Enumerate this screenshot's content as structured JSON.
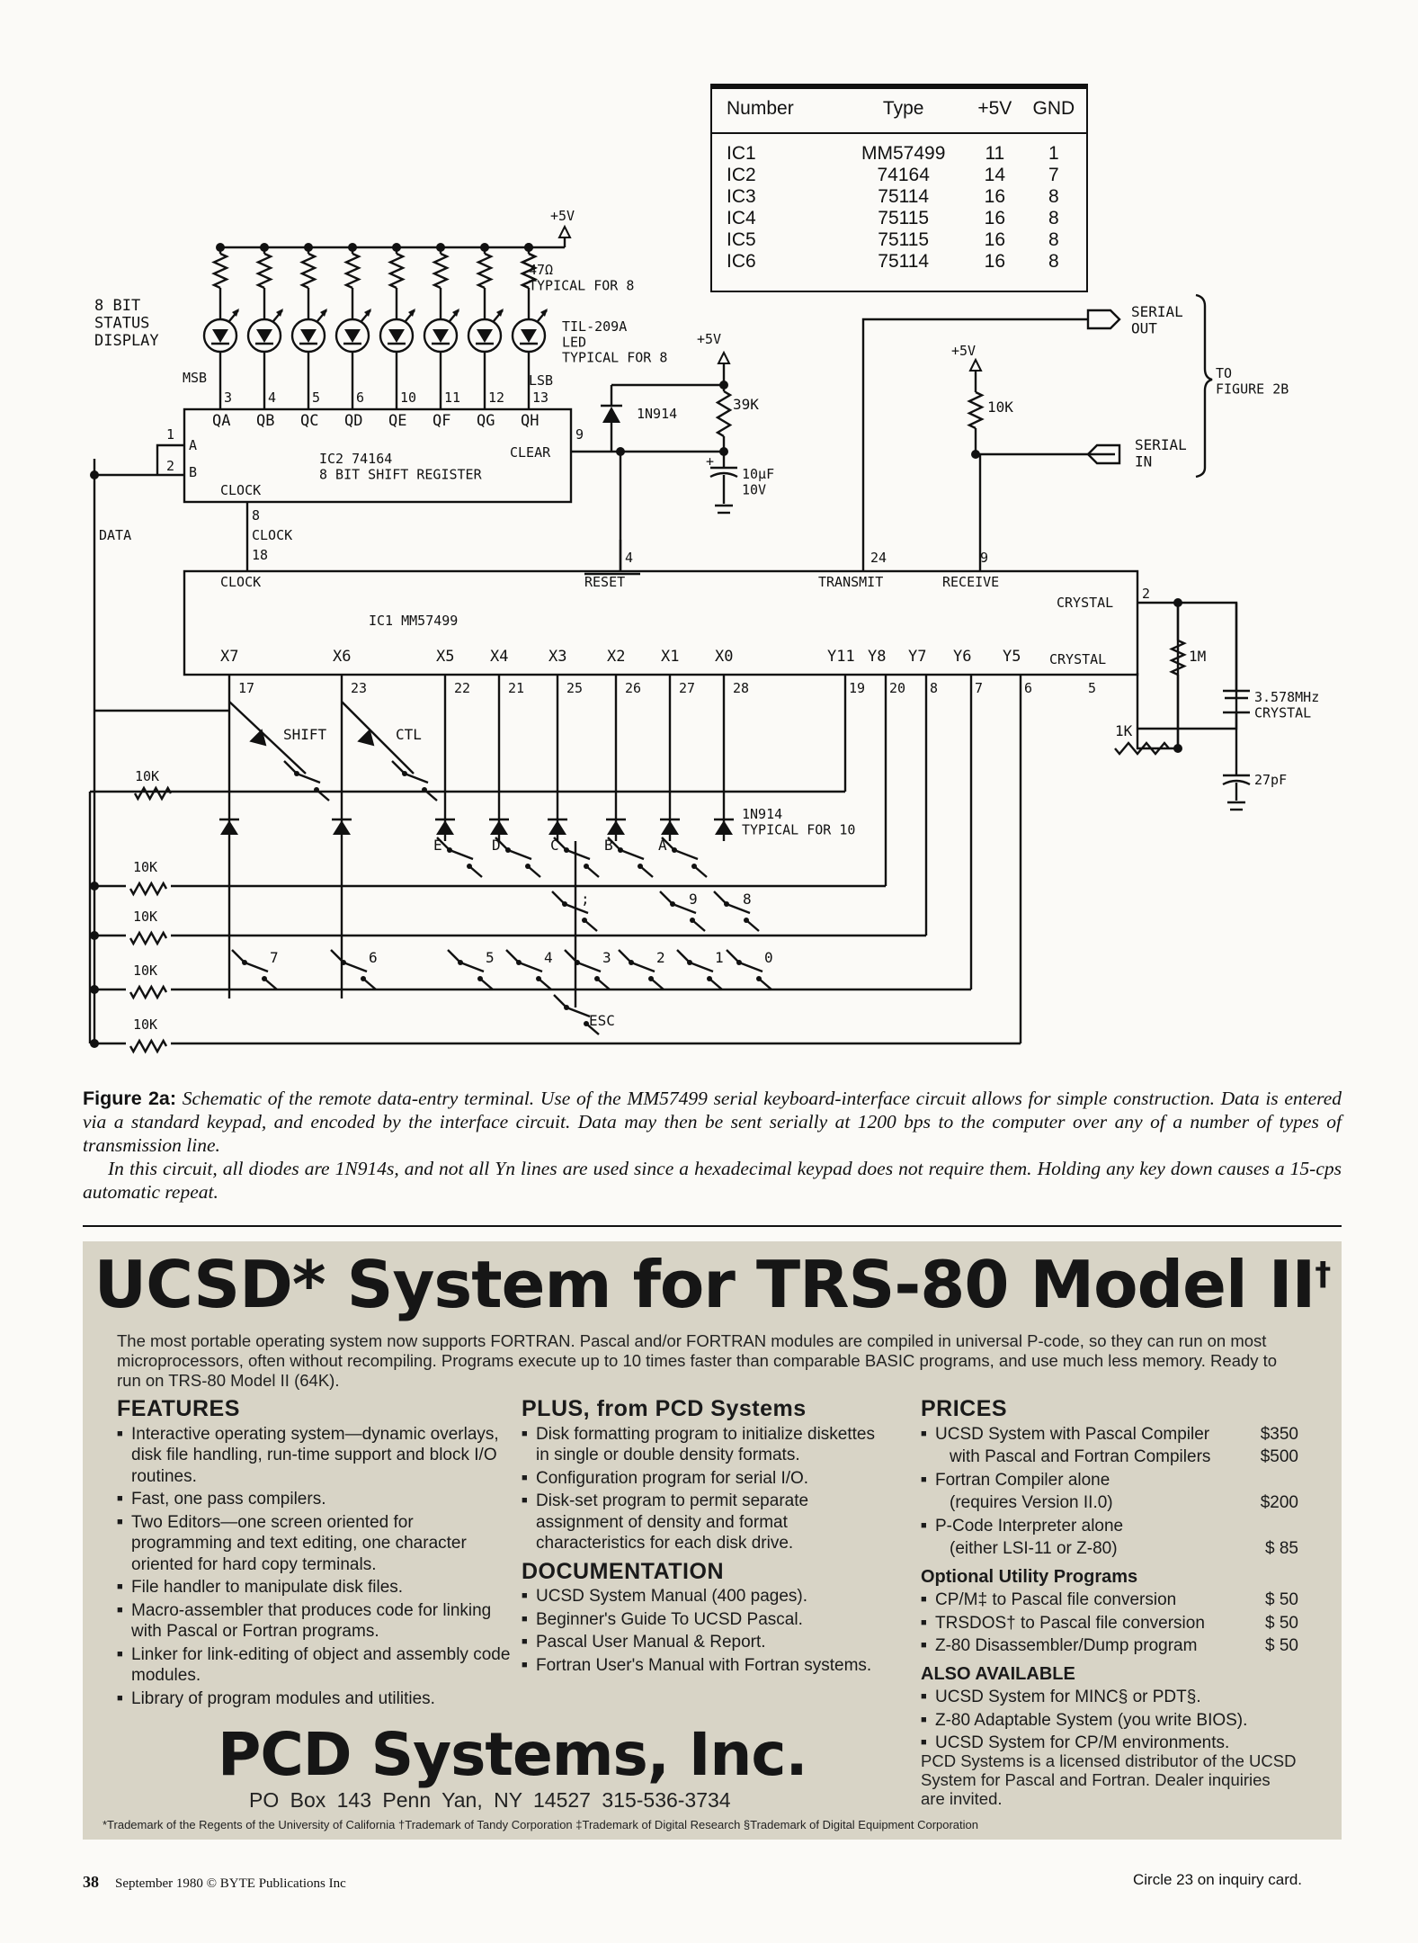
{
  "pin_table": {
    "headers": [
      "Number",
      "Type",
      "+5V",
      "GND"
    ],
    "rows": [
      [
        "IC1",
        "MM57499",
        "11",
        "1"
      ],
      [
        "IC2",
        "74164",
        "14",
        "7"
      ],
      [
        "IC3",
        "75114",
        "16",
        "8"
      ],
      [
        "IC4",
        "75115",
        "16",
        "8"
      ],
      [
        "IC5",
        "75115",
        "16",
        "8"
      ],
      [
        "IC6",
        "75114",
        "16",
        "8"
      ]
    ]
  },
  "schematic": {
    "status_display": "8 BIT\nSTATUS\nDISPLAY",
    "msb": "MSB",
    "lsb": "LSB",
    "resistor_typ": "47Ω\nTYPICAL FOR 8",
    "led_typ": "TIL-209A\nLED\nTYPICAL FOR 8",
    "vcc": "+5V",
    "q_outputs": [
      "QA",
      "QB",
      "QC",
      "QD",
      "QE",
      "QF",
      "QG",
      "QH"
    ],
    "sr_pins": [
      "3",
      "4",
      "5",
      "6",
      "10",
      "11",
      "12",
      "13"
    ],
    "ic2_label": "IC2  74164\n8 BIT SHIFT REGISTER",
    "clock": "CLOCK",
    "clear": "CLEAR",
    "pin_a": "A",
    "pin_b": "B",
    "pin_1": "1",
    "pin_2": "2",
    "pin_9": "9",
    "pin_8": "8",
    "pin_18": "18",
    "data": "DATA",
    "diode_1n914": "1N914",
    "r39k": "39K",
    "cap10": "10µF\n10V",
    "r10k": "10K",
    "serial_out": "SERIAL\nOUT",
    "serial_in": "SERIAL\nIN",
    "to_fig": "TO\nFIGURE 2B",
    "reset": "RESET",
    "pin_4": "4",
    "transmit": "TRANSMIT",
    "pin_24": "24",
    "receive": "RECEIVE",
    "crystal": "CRYSTAL",
    "ic1_label": "IC1  MM57499",
    "x_labels": [
      "X7",
      "X6",
      "X5",
      "X4",
      "X3",
      "X2",
      "X1",
      "X0"
    ],
    "x_pins": [
      "17",
      "23",
      "22",
      "21",
      "25",
      "26",
      "27",
      "28"
    ],
    "y_labels": [
      "Y11",
      "Y8",
      "Y7",
      "Y6",
      "Y5"
    ],
    "y_pins": [
      "19",
      "20",
      "8",
      "7",
      "6"
    ],
    "crystal_pins": [
      "2",
      "5"
    ],
    "r1m": "1M",
    "r1k": "1K",
    "xtal": "3.578MHz\nCRYSTAL",
    "c27": "27pF",
    "shift": "SHIFT",
    "ctl": "CTL",
    "diode_typ": "1N914\nTYPICAL FOR 10",
    "key_top": [
      "E",
      "D",
      "C",
      "B",
      "A"
    ],
    "key_mid": [
      ";",
      "9",
      "8"
    ],
    "key_bot": [
      "7",
      "6",
      "5",
      "4",
      "3",
      "2",
      "1",
      "0"
    ],
    "esc": "ESC",
    "row_resistors": [
      "10K",
      "10K",
      "10K",
      "10K",
      "10K"
    ]
  },
  "caption": {
    "label": "Figure 2a:",
    "text1": " Schematic of the remote data-entry terminal. Use of the MM57499 serial keyboard-interface circuit allows for simple construction. Data is entered via a standard keypad, and encoded by the interface circuit. Data may then be sent serially at 1200 bps to the computer over any of a number of types of transmission line.",
    "text2": "In this circuit, all diodes are 1N914s, and not all Yn lines are used since a hexadecimal keypad does not require them. Holding any key down causes a 15-cps automatic repeat."
  },
  "ad": {
    "title": "UCSD* System for TRS-80 Model II",
    "title_mark": "†",
    "intro": "The most portable operating system now supports FORTRAN. Pascal and/or FORTRAN modules are compiled in universal P-code, so they can run on most microprocessors, often without recompiling. Programs execute up to 10 times faster than comparable BASIC programs, and use much less memory. Ready to run on TRS-80 Model II (64K).",
    "features": {
      "heading": "FEATURES",
      "items": [
        "Interactive operating system—dynamic overlays, disk file handling, run-time support and block I/O routines.",
        "Fast, one pass compilers.",
        "Two Editors—one screen oriented for programming and text editing, one character oriented for hard copy terminals.",
        "File handler to manipulate disk files.",
        "Macro-assembler that produces code for linking with Pascal or Fortran programs.",
        "Linker for link-editing of object and assembly code modules.",
        "Library of program modules and utilities."
      ]
    },
    "plus": {
      "heading": "PLUS, from PCD Systems",
      "items": [
        "Disk formatting program to initialize diskettes in single or double density formats.",
        "Configuration program for serial I/O.",
        "Disk-set program to permit separate assignment of density and format characteristics for each disk drive."
      ]
    },
    "documentation": {
      "heading": "DOCUMENTATION",
      "items": [
        "UCSD System Manual (400 pages).",
        "Beginner's Guide To UCSD Pascal.",
        "Pascal User Manual & Report.",
        "Fortran User's Manual with Fortran systems."
      ]
    },
    "prices": {
      "heading": "PRICES",
      "items": [
        {
          "label": "UCSD System with Pascal Compiler",
          "price": "$350"
        },
        {
          "label": "with Pascal and Fortran Compilers",
          "price": "$500",
          "sub": true
        },
        {
          "label": "Fortran Compiler alone",
          "price": ""
        },
        {
          "label": "(requires Version II.0)",
          "price": "$200",
          "sub": true
        },
        {
          "label": "P-Code Interpreter alone",
          "price": ""
        },
        {
          "label": "(either LSI-11 or Z-80)",
          "price": "$ 85",
          "sub": true
        }
      ]
    },
    "optional": {
      "heading": "Optional Utility Programs",
      "items": [
        {
          "label": "CP/M‡ to Pascal file conversion",
          "price": "$ 50"
        },
        {
          "label": "TRSDOS† to Pascal file conversion",
          "price": "$ 50"
        },
        {
          "label": "Z-80 Disassembler/Dump program",
          "price": "$ 50"
        }
      ]
    },
    "also": {
      "heading": "ALSO AVAILABLE",
      "items": [
        "UCSD System for MINC§ or PDT§.",
        "Z-80 Adaptable System (you write BIOS).",
        "UCSD System for CP/M environments."
      ]
    },
    "company": "PCD Systems, Inc.",
    "address": "PO Box 143   Penn Yan, NY   14527   315-536-3734",
    "distributor": "PCD Systems is a licensed distributor of the UCSD System for Pascal and Fortran. Dealer inquiries are invited.",
    "trademarks": "*Trademark of the Regents of the University of California   †Trademark of Tandy Corporation   ‡Trademark of Digital Research   §Trademark of Digital Equipment Corporation"
  },
  "footer": {
    "page": "38",
    "issue": "September 1980 © BYTE Publications Inc",
    "circle": "Circle 23 on inquiry card."
  }
}
